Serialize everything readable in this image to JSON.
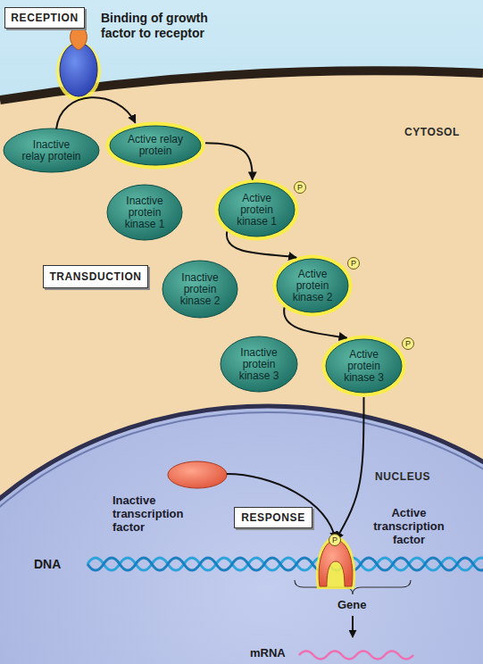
{
  "diagram": {
    "nodes": [
      {
        "text": [
          "RECEPTION"
        ]
      },
      {
        "text": [
          "Inactive relay protein"
        ]
      },
      {
        "text": [
          "Active relay protein"
        ]
      },
      {
        "text": [
          "Inactive protein kinase 1"
        ]
      },
      {
        "text": [
          "Active protein kinase 1"
        ]
      },
      {
        "text": [
          "TRANSDUCTION"
        ]
      },
      {
        "text": [
          "Inactive protein kinase 2"
        ]
      },
      {
        "text": [
          "Active protein kinase 2"
        ]
      },
      {
        "text": [
          "Inactive protein kinase 3"
        ]
      },
      {
        "text": [
          "Active protein kinase 3"
        ]
      },
      {
        "text": [
          "Inactive transcription factor"
        ]
      },
      {
        "text": [
          "RESPONSE"
        ]
      },
      {
        "text": [
          "Active transcription factor"
        ]
      }
    ],
    "edges": [
      {
        "from": 1,
        "to": 2,
        "arrow": "to"
      },
      {
        "from": 2,
        "to": 4,
        "arrow": "to"
      },
      {
        "from": 4,
        "to": 7,
        "arrow": "to"
      },
      {
        "from": 7,
        "to": 9,
        "arrow": "to"
      },
      {
        "from": 9,
        "to": 12,
        "arrow": "to"
      },
      {
        "from": 10,
        "to": 12,
        "arrow": "to"
      }
    ],
    "labels": [
      "Binding of growth factor to receptor",
      "CYTOSOL",
      "P",
      "P",
      "P",
      "NUCLEUS",
      "P",
      "DNA",
      "Gene",
      "mRNA"
    ]
  }
}
